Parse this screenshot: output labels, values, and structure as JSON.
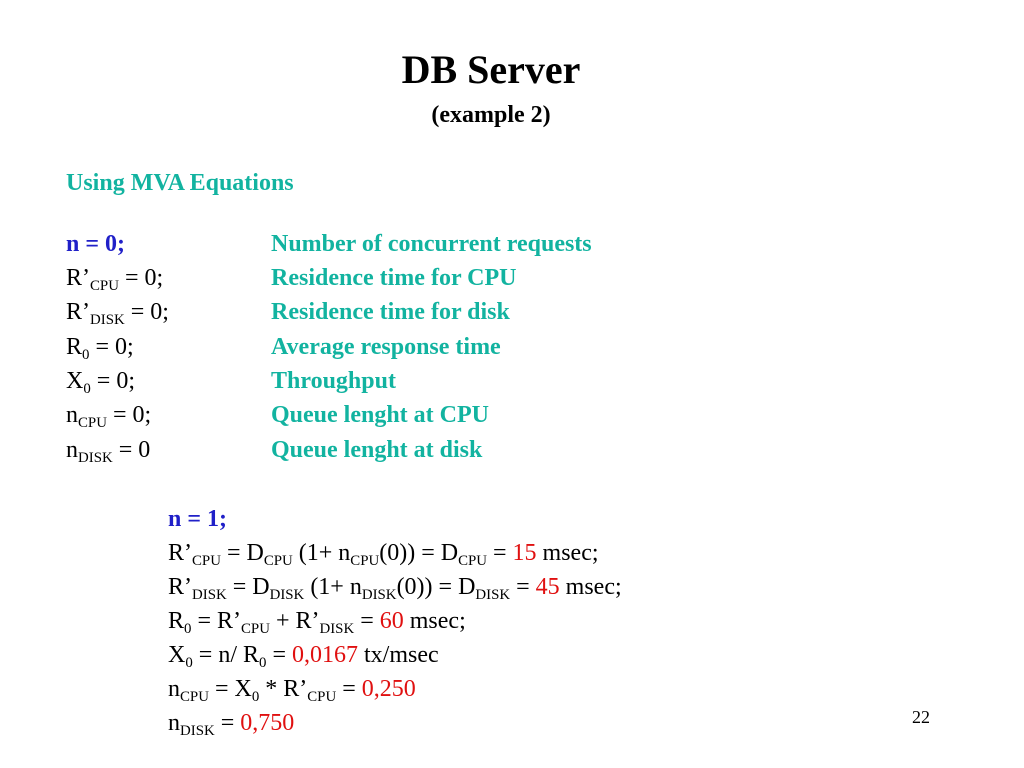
{
  "title": "DB Server",
  "subtitle": "(example 2)",
  "section_heading": "Using MVA Equations",
  "colors": {
    "heading_teal": "#12b3a0",
    "label_blue": "#2020c8",
    "value_red": "#e01010"
  },
  "n0": {
    "label": "n = 0;",
    "rows": [
      {
        "pre": "R’",
        "sub": "CPU",
        "post": " = 0;",
        "desc": "Residence time for CPU"
      },
      {
        "pre": "R’",
        "sub": "DISK",
        "post": " = 0;",
        "desc": "Residence time for disk"
      },
      {
        "pre": "R",
        "sub": "0",
        "post": " = 0;",
        "desc": "Average response time"
      },
      {
        "pre": "X",
        "sub": "0",
        "post": " = 0;",
        "desc": "Throughput"
      },
      {
        "pre": "n",
        "sub": "CPU",
        "post": " = 0;",
        "desc": "Queue lenght at CPU"
      },
      {
        "pre": "n",
        "sub": "DISK",
        "post": " = 0",
        "desc": "Queue lenght at disk"
      }
    ],
    "label_desc": "Number of concurrent requests"
  },
  "n1": {
    "label": "n = 1;",
    "values": {
      "r_cpu": "15",
      "r_disk": "45",
      "r0": "60",
      "x0": "0,0167",
      "n_cpu": "0,250",
      "n_disk": "0,750"
    },
    "units": {
      "msec": "msec;",
      "txmsec": "tx/msec"
    }
  },
  "page_number": "22"
}
